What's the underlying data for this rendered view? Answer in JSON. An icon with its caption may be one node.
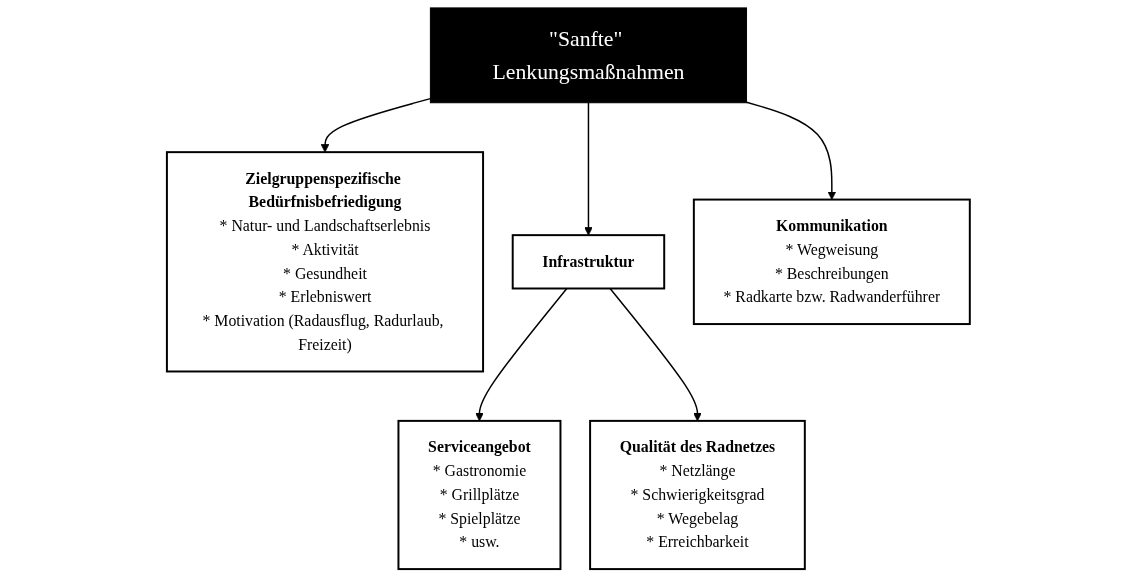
{
  "diagram": {
    "nodes": [
      {
        "text": [
          "\"Sanfte\" Lenkungsmaßnahmen"
        ]
      },
      {
        "text": [
          "Zielgruppenspezifische Bedürfnisbefriedigung",
          "* Natur- und Landschaftserlebnis",
          "* Aktivität",
          "* Gesundheit",
          "* Erlebniswert",
          "* Motivation (Radausflug, Radurlaub, Freizeit)"
        ]
      },
      {
        "text": [
          "Infrastruktur"
        ]
      },
      {
        "text": [
          "Serviceangebot",
          "* Gastronomie",
          "* Grillplätze",
          "* Spielplätze",
          "* usw."
        ]
      },
      {
        "text": [
          "Qualität des Radnetzes",
          "* Netzlänge",
          "* Schwierigkeitsgrad",
          "* Wegebelag",
          "* Erreichbarkeit"
        ]
      },
      {
        "text": [
          "Kommunikation",
          "* Wegweisung",
          "* Beschreibungen",
          "* Radkarte bzw. Radwanderführer"
        ]
      }
    ],
    "edges": [
      {
        "from": 0,
        "to": 1,
        "arrow": "to"
      },
      {
        "from": 0,
        "to": 2,
        "arrow": "to"
      },
      {
        "from": 0,
        "to": 5,
        "arrow": "to"
      },
      {
        "from": 2,
        "to": 3,
        "arrow": "to"
      },
      {
        "from": 2,
        "to": 4,
        "arrow": "to"
      }
    ]
  }
}
